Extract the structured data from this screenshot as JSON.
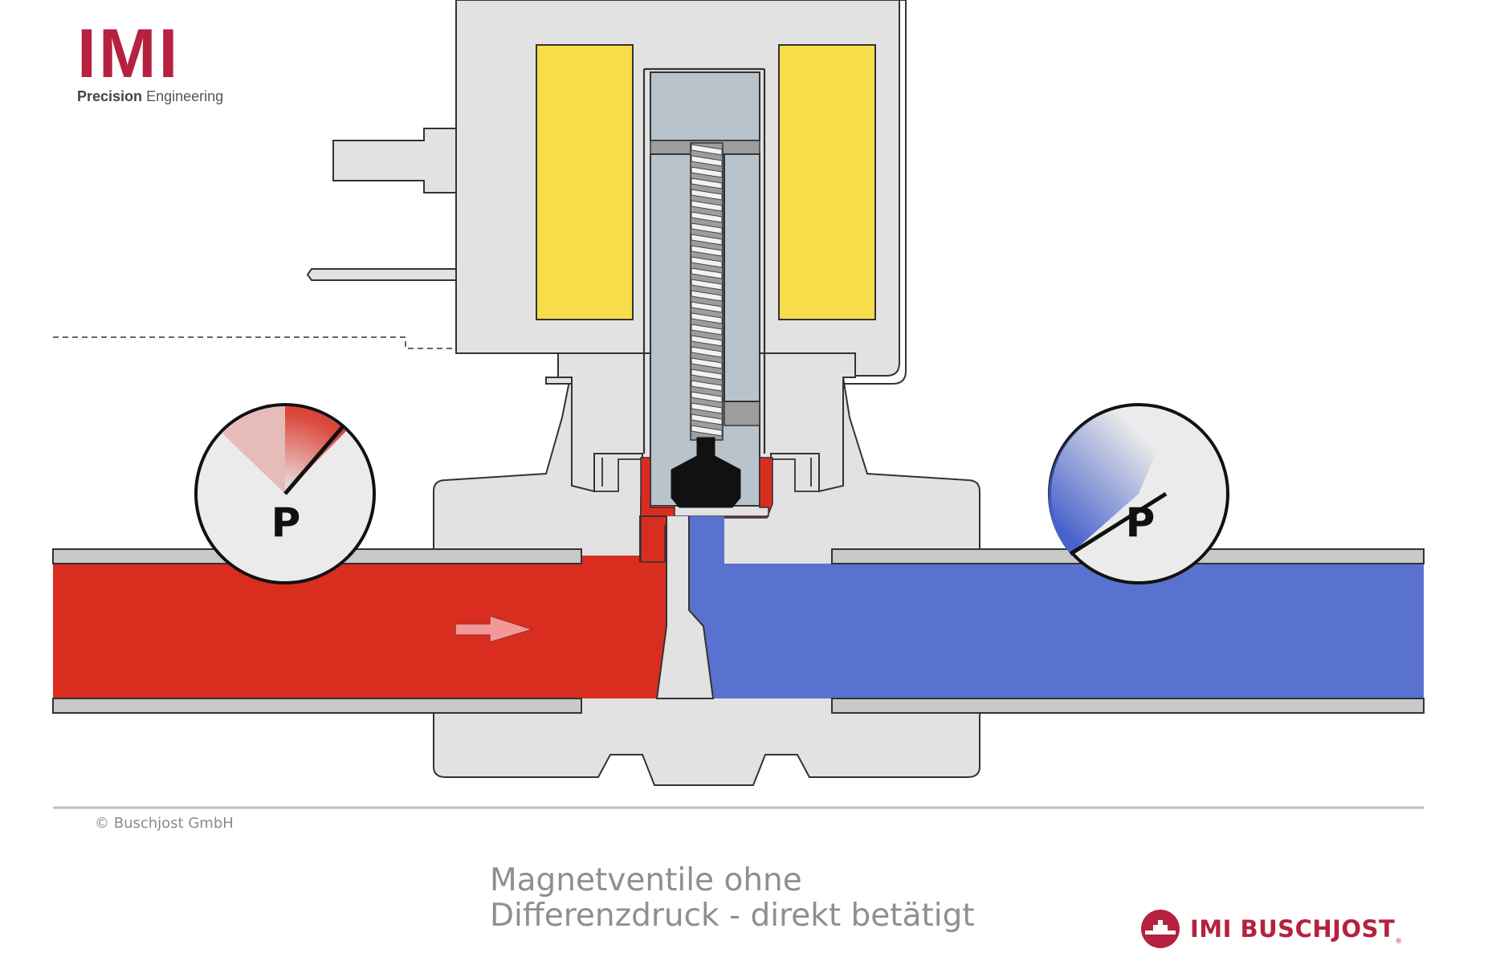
{
  "logo": {
    "letters": "IMI",
    "sub_bold": "Precision",
    "sub_light": "Engineering"
  },
  "copyright": "© Buschjost GmbH",
  "title": {
    "line1": "Magnetventile ohne",
    "line2": "Differenzdruck - direkt betätigt"
  },
  "brand": {
    "name": "IMI BUSCHJOST",
    "reg": "®"
  },
  "gauges": {
    "inlet_label": "P",
    "outlet_label": "P"
  },
  "colors": {
    "inlet_fluid": "#d92d20",
    "outlet_fluid": "#5a72cf",
    "coil": "#f7dd4a",
    "body": "#e2e2e2",
    "armature": "#b8c3cc",
    "brand": "#b5213f"
  }
}
